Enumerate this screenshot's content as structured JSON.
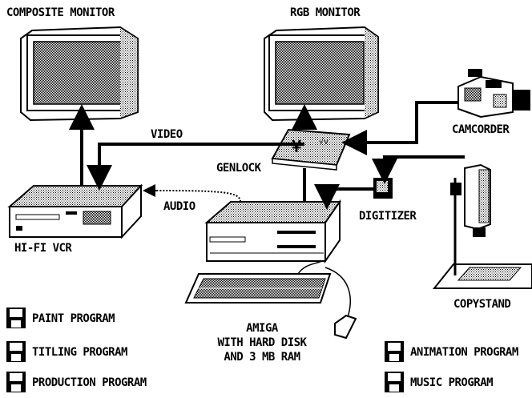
{
  "devices": {
    "composite_monitor": "COMPOSITE MONITOR",
    "rgb_monitor": "RGB MONITOR",
    "camcorder": "CAMCORDER",
    "genlock": "GENLOCK",
    "hifi_vcr": "HI-FI VCR",
    "digitizer": "DIGITIZER",
    "copystand": "COPYSTAND",
    "amiga_line1": "AMIGA",
    "amiga_line2": "WITH HARD DISK",
    "amiga_line3": "AND 3 MB RAM"
  },
  "signals": {
    "video": "VIDEO",
    "audio": "AUDIO"
  },
  "software_left": [
    "PAINT PROGRAM",
    "TITLING PROGRAM",
    "PRODUCTION PROGRAM"
  ],
  "software_right": [
    "ANIMATION PROGRAM",
    "MUSIC PROGRAM"
  ],
  "icon": "floppy-disk-icon"
}
